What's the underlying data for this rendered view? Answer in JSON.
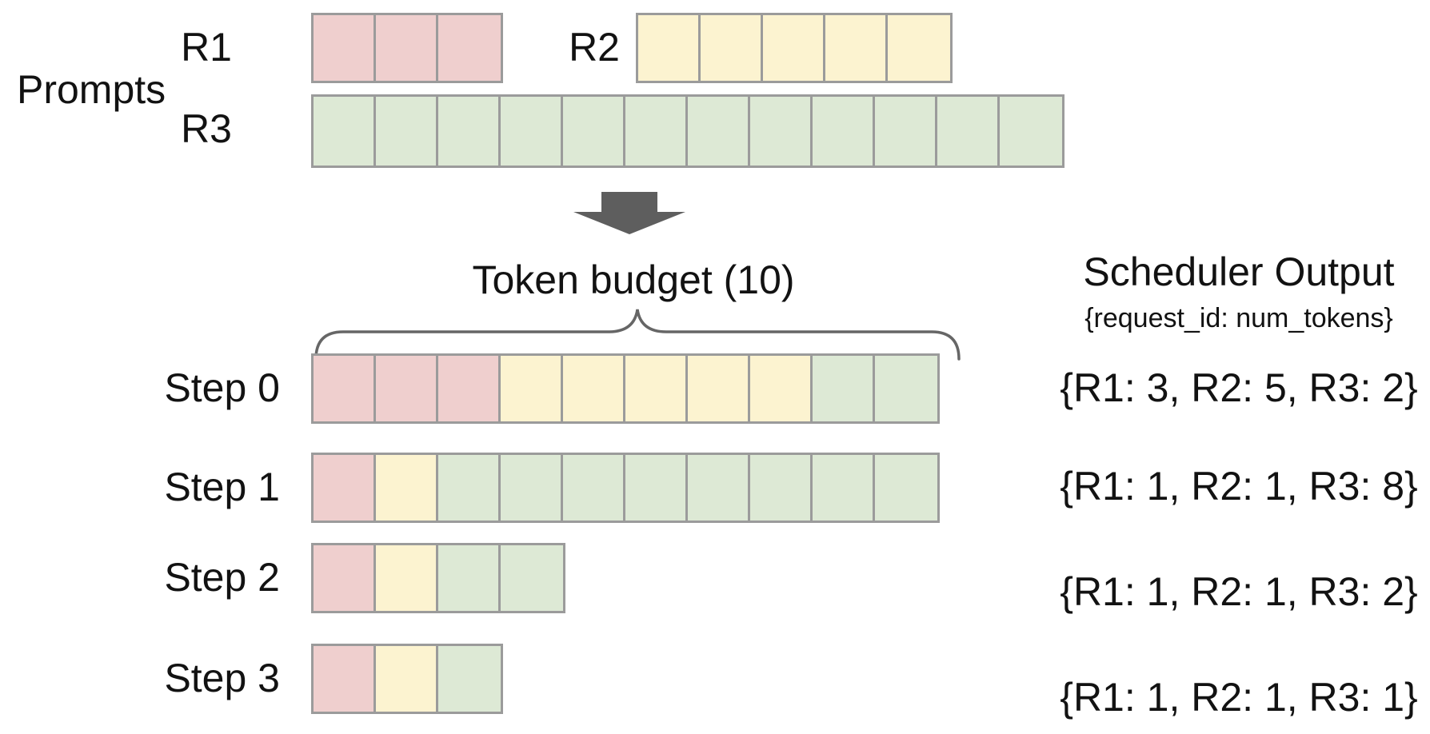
{
  "colors": {
    "R1": "#efcfce",
    "R2": "#fcf3d0",
    "R3": "#dde9d5",
    "cell_border": "#9b9b9b",
    "arrow": "#5e5e5e",
    "brace": "#666666",
    "text": "#121212",
    "background": "#ffffff"
  },
  "prompts": {
    "section_label": "Prompts",
    "rows": [
      {
        "label": "R1",
        "segments": [
          {
            "request": "R1",
            "count": 3
          }
        ]
      },
      {
        "label": "R2",
        "segments": [
          {
            "request": "R2",
            "count": 5
          }
        ]
      },
      {
        "label": "R3",
        "segments": [
          {
            "request": "R3",
            "count": 12
          }
        ]
      }
    ]
  },
  "token_budget": {
    "label": "Token budget (10)",
    "value": 10
  },
  "scheduler_output": {
    "title": "Scheduler Output",
    "subtitle": "{request_id: num_tokens}"
  },
  "steps": [
    {
      "label": "Step 0",
      "output": "{R1: 3, R2: 5, R3: 2}",
      "allocations": [
        {
          "request": "R1",
          "count": 3
        },
        {
          "request": "R2",
          "count": 5
        },
        {
          "request": "R3",
          "count": 2
        }
      ]
    },
    {
      "label": "Step 1",
      "output": "{R1: 1, R2: 1, R3: 8}",
      "allocations": [
        {
          "request": "R1",
          "count": 1
        },
        {
          "request": "R2",
          "count": 1
        },
        {
          "request": "R3",
          "count": 8
        }
      ]
    },
    {
      "label": "Step 2",
      "output": "{R1: 1, R2: 1, R3: 2}",
      "allocations": [
        {
          "request": "R1",
          "count": 1
        },
        {
          "request": "R2",
          "count": 1
        },
        {
          "request": "R3",
          "count": 2
        }
      ]
    },
    {
      "label": "Step 3",
      "output": "{R1: 1, R2: 1, R3: 1}",
      "allocations": [
        {
          "request": "R1",
          "count": 1
        },
        {
          "request": "R2",
          "count": 1
        },
        {
          "request": "R3",
          "count": 1
        }
      ]
    }
  ]
}
